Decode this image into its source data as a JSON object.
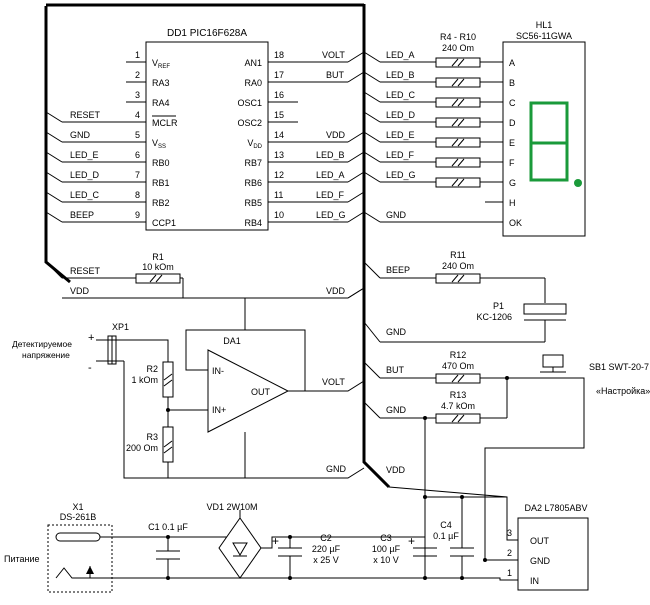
{
  "chip": {
    "title": "DD1 PIC16F628A",
    "left_pins": [
      {
        "num": "1",
        "name": "VREF",
        "net": ""
      },
      {
        "num": "2",
        "name": "RA3",
        "net": ""
      },
      {
        "num": "3",
        "name": "RA4",
        "net": ""
      },
      {
        "num": "4",
        "name": "MCLR",
        "net": "RESET"
      },
      {
        "num": "5",
        "name": "VSS",
        "net": "GND"
      },
      {
        "num": "6",
        "name": "RB0",
        "net": "LED_E"
      },
      {
        "num": "7",
        "name": "RB1",
        "net": "LED_D"
      },
      {
        "num": "8",
        "name": "RB2",
        "net": "LED_C"
      },
      {
        "num": "9",
        "name": "CCP1",
        "net": "BEEP"
      }
    ],
    "right_pins": [
      {
        "num": "18",
        "name": "AN1",
        "net": "VOLT"
      },
      {
        "num": "17",
        "name": "RA0",
        "net": "BUT"
      },
      {
        "num": "16",
        "name": "OSC1",
        "net": ""
      },
      {
        "num": "15",
        "name": "OSC2",
        "net": ""
      },
      {
        "num": "14",
        "name": "VDD",
        "net": "VDD"
      },
      {
        "num": "13",
        "name": "RB7",
        "net": "LED_B"
      },
      {
        "num": "12",
        "name": "RB6",
        "net": "LED_A"
      },
      {
        "num": "11",
        "name": "RB5",
        "net": "LED_F"
      },
      {
        "num": "10",
        "name": "RB4",
        "net": "LED_G"
      }
    ]
  },
  "bus_left_labels": [
    "RESET",
    "VDD"
  ],
  "bus_right_labels": [
    "VDD",
    "GND",
    "VOLT",
    "GND"
  ],
  "r1": {
    "ref": "R1",
    "value": "10 kOm"
  },
  "opamp": {
    "ref": "DA1",
    "in_minus": "IN-",
    "in_plus": "IN+",
    "out": "OUT"
  },
  "xp1": {
    "ref": "XP1",
    "plus": "+",
    "minus": "-",
    "label_line1": "Детектируемое",
    "label_line2": "напряжение"
  },
  "r2": {
    "ref": "R2",
    "value": "1 kOm"
  },
  "r3": {
    "ref": "R3",
    "value": "200 Om"
  },
  "resistor_array": {
    "ref": "R4 - R10",
    "value": "240 Om"
  },
  "display": {
    "ref": "HL1",
    "model": "SC56-11GWA"
  },
  "led_rows": [
    {
      "net": "LED_A",
      "pin": "A"
    },
    {
      "net": "LED_B",
      "pin": "B"
    },
    {
      "net": "LED_C",
      "pin": "C"
    },
    {
      "net": "LED_D",
      "pin": "D"
    },
    {
      "net": "LED_E",
      "pin": "E"
    },
    {
      "net": "LED_F",
      "pin": "F"
    },
    {
      "net": "LED_G",
      "pin": "G"
    },
    {
      "net": "",
      "pin": "H"
    },
    {
      "net": "GND",
      "pin": "OK"
    }
  ],
  "r11": {
    "ref": "R11",
    "value": "240 Om",
    "net": "BEEP"
  },
  "p1": {
    "ref": "P1",
    "model": "KC-1206",
    "net": "GND"
  },
  "r12": {
    "ref": "R12",
    "value": "470 Om",
    "net": "BUT"
  },
  "r13": {
    "ref": "R13",
    "value": "4.7 kOm",
    "net": "GND"
  },
  "sb1": {
    "ref": "SB1 SWT-20-7",
    "label": "«Настройка»"
  },
  "x1": {
    "ref": "X1",
    "model": "DS-261B",
    "label": "Питание"
  },
  "c1": {
    "ref": "C1 0.1 µF"
  },
  "vd1": {
    "ref": "VD1 2W10M"
  },
  "c2": {
    "ref": "C2",
    "value": "220 µF",
    "voltage": "x 25 V"
  },
  "c3": {
    "ref": "C3",
    "value": "100 µF",
    "voltage": "x 10 V"
  },
  "c4": {
    "ref": "C4",
    "value": "0.1 µF"
  },
  "da2": {
    "ref": "DA2 L7805ABV",
    "pins": [
      {
        "num": "3",
        "name": "OUT"
      },
      {
        "num": "2",
        "name": "GND"
      },
      {
        "num": "1",
        "name": "IN"
      }
    ]
  },
  "display_color": "#1a9a3a"
}
